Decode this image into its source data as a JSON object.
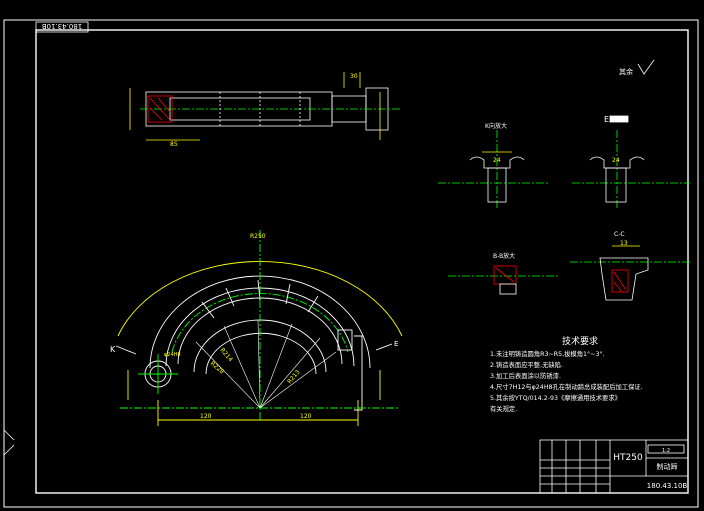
{
  "title_stamp": "180.43.10B",
  "roughness_note": "其余",
  "tech_requirements": {
    "heading": "技术要求",
    "items": [
      "1.未注明铸造圆角R3~R5,拔模角1°~3°.",
      "2.铸造表面应平整,无缺陷.",
      "3.加工后表面涂以防锈漆.",
      "4.尺寸7H12与φ24H8孔在制动蹄总成装配后加工保证.",
      "5.其余按YTQ/014.2-93《摩擦通用技术要求》",
      "   有关规定."
    ]
  },
  "title_block": {
    "material": "HT250",
    "part_name": "制动蹄",
    "drawing_no": "180.43.10B",
    "scale": "1:2"
  },
  "views": {
    "k_view": "K向放大",
    "e_view": "E",
    "bb_view": "B-B放大",
    "cc_view": "C-C",
    "k_arrow": "K",
    "e_arrow": "E"
  },
  "dimensions": {
    "top_width": "R250",
    "bottom_left": "120",
    "bottom_right": "120",
    "radius_1": "R214",
    "radius_2": "R228",
    "radius_3": "R213",
    "dim_24": "24",
    "dim_13": "13",
    "dim_30": "30",
    "dim_85": "85",
    "hole": "φ24H8"
  },
  "colors": {
    "line": "#ffffff",
    "center": "#00ff00",
    "dimension": "#ffff00",
    "hatch": "#ff0000",
    "accent": "#00ffff"
  }
}
